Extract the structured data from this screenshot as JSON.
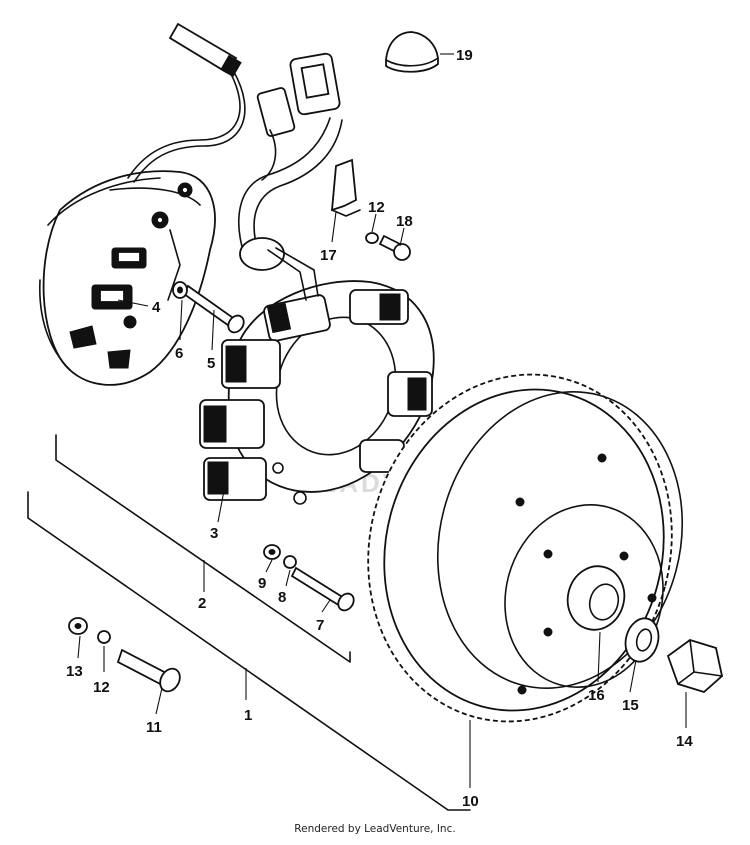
{
  "callouts": {
    "p1": "1",
    "p2": "2",
    "p3": "3",
    "p4": "4",
    "p5": "5",
    "p6": "6",
    "p7": "7",
    "p8": "8",
    "p9": "9",
    "p10": "10",
    "p11": "11",
    "p12a": "12",
    "p12b": "12",
    "p13": "13",
    "p14": "14",
    "p15": "15",
    "p16": "16",
    "p17": "17",
    "p18": "18",
    "p19": "19"
  },
  "watermark": "LEADVENTURE",
  "credit": "Rendered by LeadVenture, Inc."
}
